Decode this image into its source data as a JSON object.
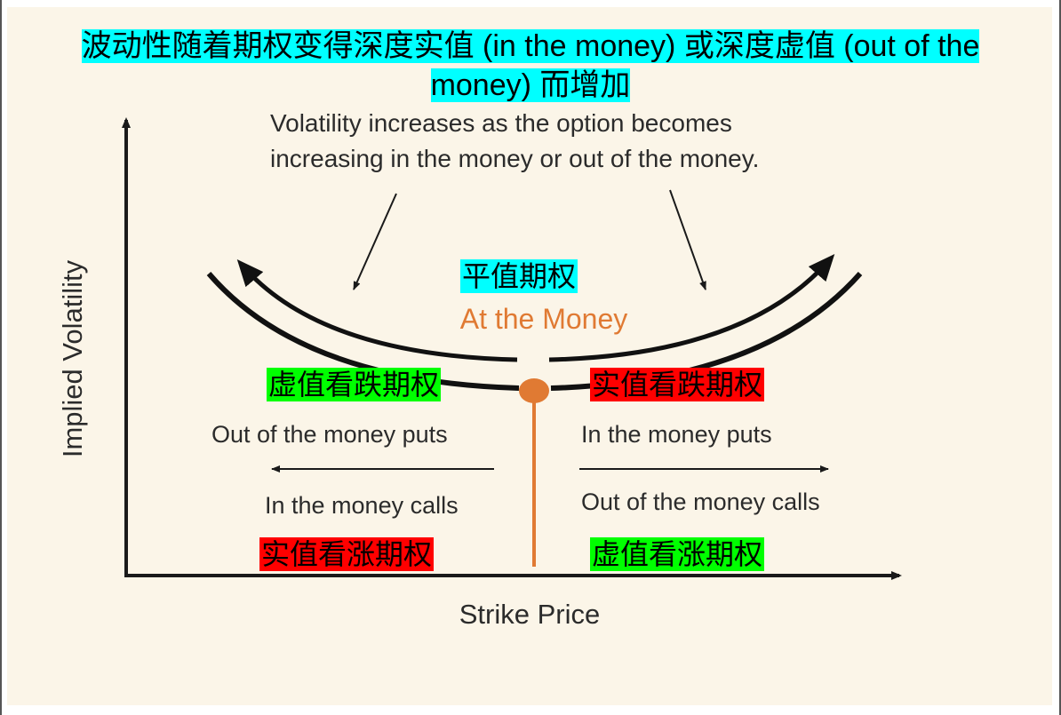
{
  "caption": {
    "line1": "波动性随着期权变得深度实值 (in the money) 或深度虚值 (out of the",
    "line2": "money) 而增加"
  },
  "annotation": {
    "line1": "Volatility increases as the option becomes",
    "line2": "increasing in the money or out of the money."
  },
  "atm": {
    "zh": "平值期权",
    "en": "At the Money"
  },
  "left": {
    "zh_top": "虚值看跌期权",
    "en_top": "Out of the money puts",
    "en_bottom": "In the money calls",
    "zh_bottom": "实值看涨期权"
  },
  "right": {
    "zh_top": "实值看跌期权",
    "en_top": "In the money puts",
    "en_bottom": "Out of the money calls",
    "zh_bottom": "虚值看涨期权"
  },
  "axes": {
    "y_label": "Implied Volatility",
    "x_label": "Strike Price"
  },
  "colors": {
    "highlight_cyan": "#00ffff",
    "highlight_green": "#00ff00",
    "highlight_red": "#ff0000",
    "atm_orange": "#e07a33",
    "ink": "#1a1a1a"
  }
}
